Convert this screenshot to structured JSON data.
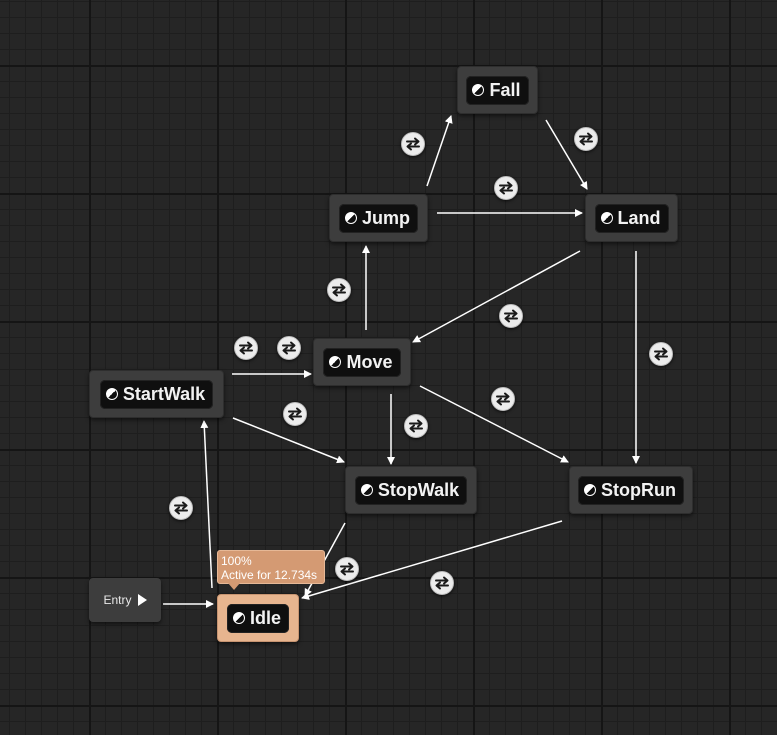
{
  "states": {
    "fall": "Fall",
    "jump": "Jump",
    "land": "Land",
    "move": "Move",
    "start_walk": "StartWalk",
    "stop_walk": "StopWalk",
    "stop_run": "StopRun",
    "idle": "Idle"
  },
  "entry": {
    "label": "Entry"
  },
  "tooltip": {
    "weight": "100%",
    "active": "Active for 12.734s"
  },
  "icons": {
    "state": "state-half-circle-icon",
    "entry": "play-triangle-icon",
    "transition": "transition-arrows-icon"
  },
  "colors": {
    "active_state": "#e7b58f",
    "node": "#3d3d3d",
    "wire": "#ffffff",
    "transition_icon": "#ececec"
  }
}
